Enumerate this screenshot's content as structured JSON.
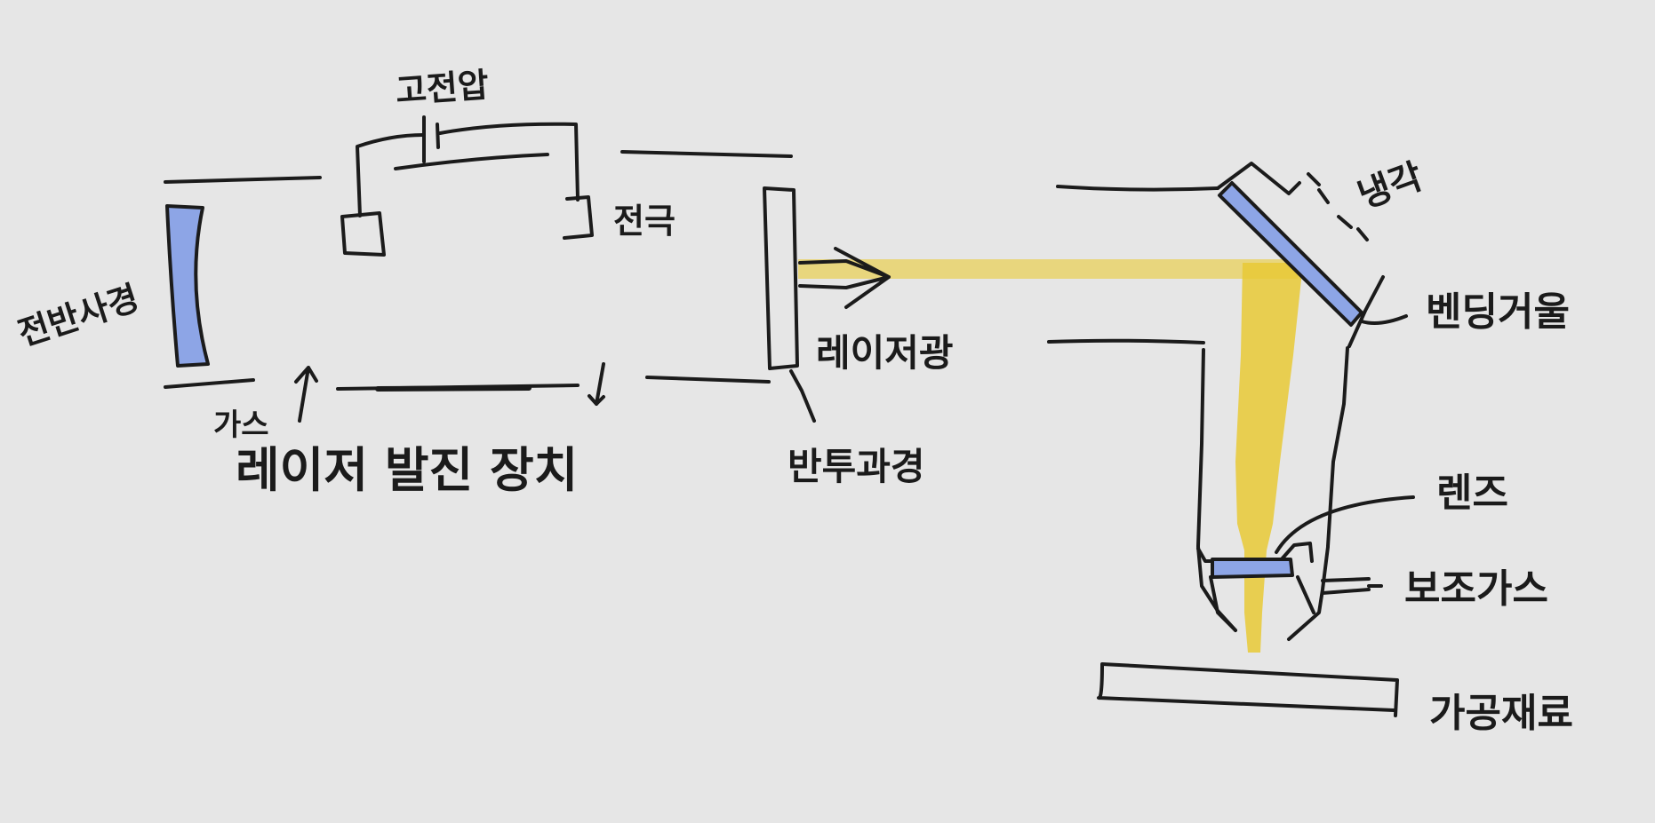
{
  "labels": {
    "high_voltage": "고전압",
    "electrode": "전극",
    "full_reflector": "전반사경",
    "gas": "가스",
    "resonator_title": "레이저 발진 장치",
    "laser_beam": "레이저광",
    "partial_reflector": "반투과경",
    "cooling": "냉각",
    "bending_mirror": "벤딩거울",
    "lens": "렌즈",
    "assist_gas": "보조가스",
    "workpiece": "가공재료"
  },
  "colors": {
    "background": "#e6e6e6",
    "ink": "#1b1b1b",
    "optic_blue": "#8da5e6",
    "beam_yellow": "#e8c935"
  }
}
